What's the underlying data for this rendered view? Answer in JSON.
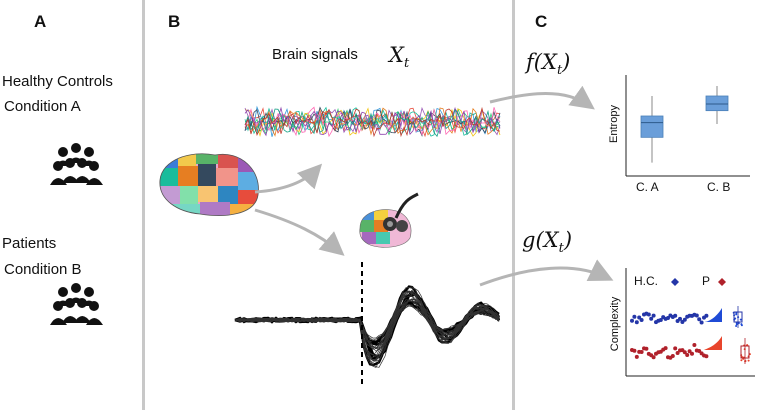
{
  "panels": {
    "a": "A",
    "b": "B",
    "c": "C"
  },
  "groups": {
    "healthy": {
      "line1": "Healthy Controls",
      "line2": "Condition A"
    },
    "patients": {
      "line1": "Patients",
      "line2": "Condition B"
    }
  },
  "signal_title": "Brain signals",
  "math": {
    "xt": "X",
    "t": "t",
    "f": "f",
    "g": "g"
  },
  "colors": {
    "box": "#6a9ed9",
    "hc": "#2436a8",
    "p": "#b0212b",
    "accent_blue": "#1f4bd6",
    "accent_red": "#e8452c",
    "arrow": "#b5b5b5"
  },
  "chart_data": [
    {
      "type": "box",
      "ylabel": "Entropy",
      "categories": [
        "C. A",
        "C. B"
      ],
      "boxes": [
        {
          "q1": 0.28,
          "median": 0.5,
          "q3": 0.6,
          "min": -0.1,
          "max": 0.9
        },
        {
          "q1": 0.68,
          "median": 0.78,
          "q3": 0.9,
          "min": 0.48,
          "max": 1.05
        }
      ],
      "ylim": [
        -0.3,
        1.2
      ]
    },
    {
      "type": "scatter",
      "ylabel": "Complexity",
      "legend": [
        "H.C.",
        "P"
      ]
    }
  ]
}
